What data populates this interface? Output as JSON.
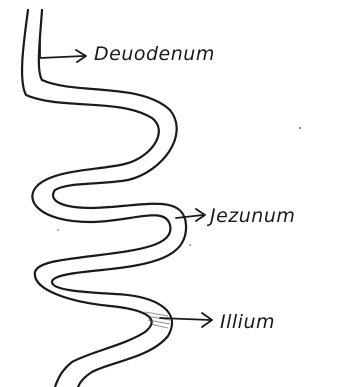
{
  "labels": {
    "duodenum": "Deuodenum",
    "jejunum": "Jezunum",
    "ileum": "Illium"
  }
}
